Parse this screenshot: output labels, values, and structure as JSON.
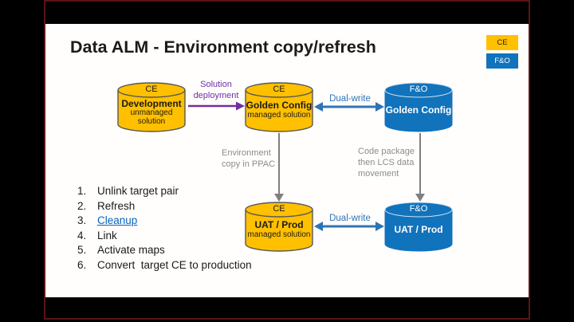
{
  "slide": {
    "title": "Data ALM - Environment copy/refresh",
    "legend": {
      "ce": "CE",
      "fo": "F&O"
    },
    "colors": {
      "ce_yellow": "#FFC000",
      "fo_blue": "#1173BC",
      "solution_deployment_purple": "#7030A0",
      "dual_write_blue": "#2E74B5",
      "gray_arrow": "#8c8c8c",
      "link_blue": "#0563C1",
      "frame_red": "#5a1414"
    },
    "cylinders": [
      {
        "env": "CE",
        "name": "Development",
        "sub": "unmanaged solution"
      },
      {
        "env": "CE",
        "name": "Golden Config",
        "sub": "managed solution"
      },
      {
        "env": "F&O",
        "name": "Golden Config",
        "sub": ""
      },
      {
        "env": "CE",
        "name": "UAT / Prod",
        "sub": "managed solution"
      },
      {
        "env": "F&O",
        "name": "UAT / Prod",
        "sub": ""
      }
    ],
    "arrow_labels": {
      "solution_deployment": "Solution deployment",
      "dual_write_top": "Dual-write",
      "dual_write_bottom": "Dual-write",
      "env_copy": "Environment copy in PPAC",
      "code_package": "Code package then LCS data movement"
    },
    "steps": [
      {
        "num": "1.",
        "label": "Unlink target pair"
      },
      {
        "num": "2.",
        "label": "Refresh"
      },
      {
        "num": "3.",
        "label": "Cleanup"
      },
      {
        "num": "4.",
        "label": "Link"
      },
      {
        "num": "5.",
        "label": "Activate maps"
      },
      {
        "num": "6.",
        "label": "Convert  target CE to production"
      }
    ]
  }
}
